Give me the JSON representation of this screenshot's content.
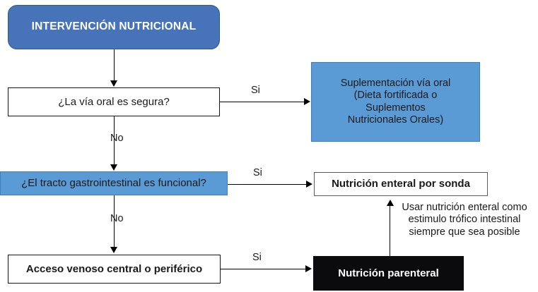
{
  "diagram": {
    "title_node": {
      "label": "INTERVENCIÓN NUTRICIONAL",
      "color": "#4773b8"
    },
    "nodes": {
      "via_oral": {
        "label": "¿La vía oral es segura?",
        "color": "#ffffff"
      },
      "suplementacion": {
        "line1": "Suplementación vía oral",
        "line2": "(Dieta fortificada o",
        "line3": "Suplementos",
        "line4": "Nutricionales Orales)",
        "color": "#5b9bd5"
      },
      "gi_funcional": {
        "label": "¿El tracto gastrointestinal es funcional?",
        "color": "#5b9bd5"
      },
      "enteral_sonda": {
        "label": "Nutrición enteral por sonda",
        "color": "#ffffff"
      },
      "acceso_venoso": {
        "label": "Acceso venoso central o periférico",
        "color": "#ffffff"
      },
      "parenteral": {
        "label": "Nutrición parenteral",
        "color": "#0b0b0d"
      }
    },
    "edge_labels": {
      "si_1": "Si",
      "no_1": "No",
      "si_2": "Si",
      "no_2": "No",
      "si_3": "Si"
    },
    "note": {
      "line1": "Usar nutrición enteral como",
      "line2": "estimulo trófico intestinal",
      "line3": "siempre que sea posible"
    }
  }
}
